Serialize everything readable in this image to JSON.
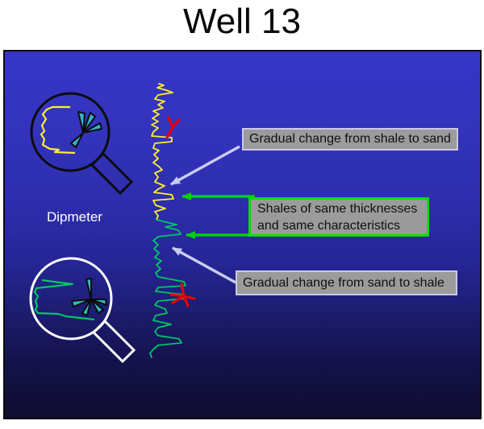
{
  "title": "Well 13",
  "diagram": {
    "dipmeter_label": "Dipmeter",
    "annotations": [
      {
        "id": "shale-to-sand",
        "text": "Gradual change from shale to sand"
      },
      {
        "id": "same-shales",
        "line1": "Shales of same thicknesses",
        "line2": "and same characteristics"
      },
      {
        "id": "sand-to-shale",
        "text": "Gradual change from sand to shale"
      }
    ],
    "icons": {
      "magnifier_top": "magnifier-yellow-log-with-dip-arrows",
      "magnifier_bottom": "magnifier-green-log-with-dip-fan",
      "tadpole_top": "red-dip-tadpole",
      "tadpole_bottom": "red-dip-fan"
    },
    "colors": {
      "panel_top": "#3636c8",
      "panel_bottom": "#0f0d2e",
      "log_yellow": "#fdee30",
      "log_green": "#00c565",
      "arrow_green": "#00d300",
      "arrow_lavender": "#c9ccf1",
      "annotation_fill": "#9b9b9b",
      "annotation_border": "#c9c9e8",
      "highlight_border": "#00dd00",
      "tadpole_red": "#e60000",
      "blade_teal": "#2fb8c8",
      "magnifier_top_stroke": "#0c0c0c",
      "magnifier_bottom_stroke": "#ffffff"
    }
  }
}
